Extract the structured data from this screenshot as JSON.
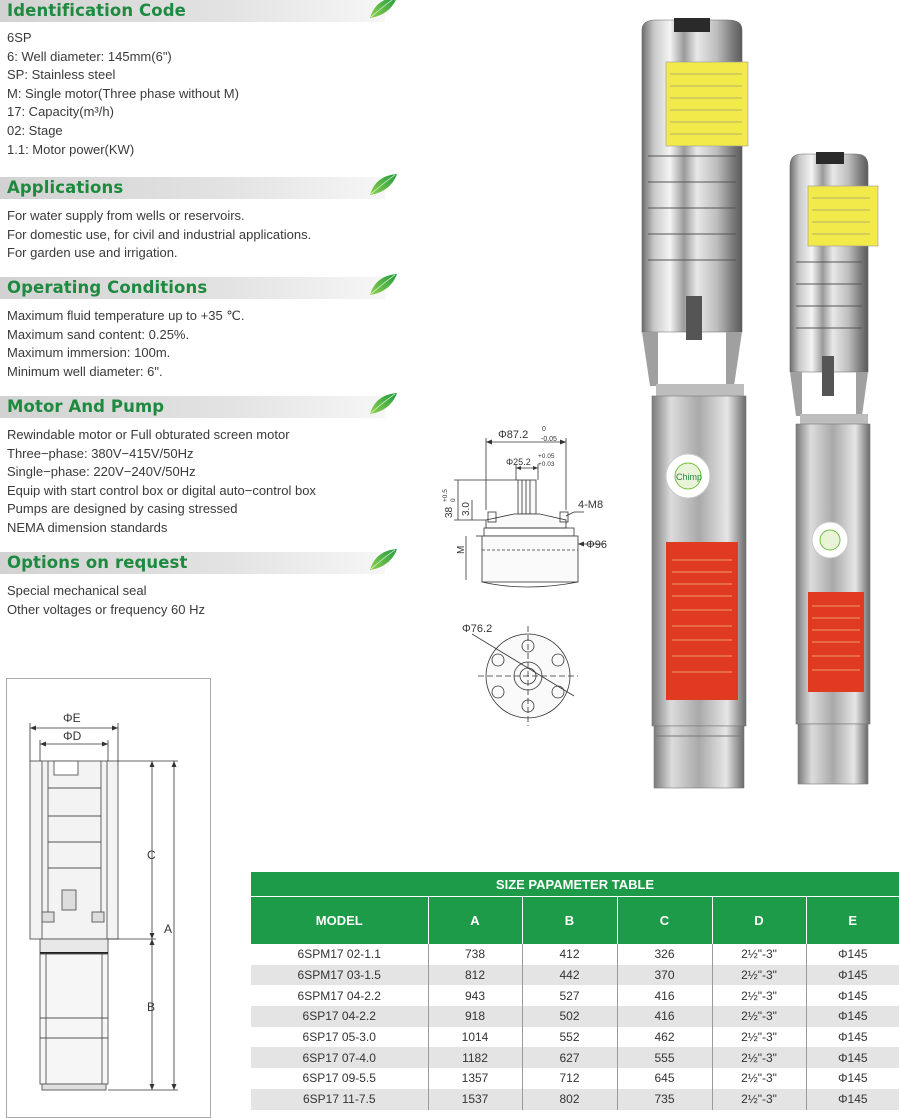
{
  "sections": [
    {
      "title": "Identification Code",
      "lines": [
        "6SP",
        "6: Well diameter: 145mm(6\")",
        "SP: Stainless steel",
        "M: Single motor(Three phase without M)",
        "17: Capacity(m³/h)",
        "02: Stage",
        "1.1: Motor power(KW)"
      ]
    },
    {
      "title": "Applications",
      "lines": [
        "For water supply from wells or reservoirs.",
        "For domestic use, for civil and industrial applications.",
        "For garden use and irrigation."
      ]
    },
    {
      "title": "Operating Conditions",
      "lines": [
        "Maximum fluid temperature up to +35 ℃.",
        "Maximum sand content: 0.25%.",
        "Maximum immersion: 100m.",
        "Minimum well diameter: 6\"."
      ]
    },
    {
      "title": "Motor And Pump",
      "lines": [
        "Rewindable motor or Full obturated screen motor",
        "Three−phase: 380V−415V/50Hz",
        "Single−phase: 220V−240V/50Hz",
        "Equip with start control box or digital auto−control box",
        "Pumps are designed by casing stressed",
        "NEMA dimension standards"
      ]
    },
    {
      "title": "Options on request",
      "lines": [
        "Special mechanical seal",
        "Other voltages or frequency 60 Hz"
      ]
    }
  ],
  "drawing": {
    "phi_e": "ΦE",
    "phi_d": "ΦD",
    "c": "C",
    "a": "A",
    "b": "B",
    "phi_87": "Φ87.2",
    "tol_87_top": "0",
    "tol_87_bot": "-0.05",
    "phi_25": "Φ25.2",
    "tol_25_top": "+0.05",
    "tol_25_bot": "+0.03",
    "m8": "4-M8",
    "phi_96": "Φ96",
    "v38": "38",
    "v38_tol_top": "+0.5",
    "v38_tol_bot": "0",
    "v30": "3.0",
    "vm": "M",
    "phi_76": "Φ76.2"
  },
  "badge": {
    "brand": "Chimp"
  },
  "table": {
    "title": "SIZE PAPAMETER TABLE",
    "headers": [
      "MODEL",
      "A",
      "B",
      "C",
      "D",
      "E"
    ],
    "rows": [
      [
        "6SPM17 02-1.1",
        "738",
        "412",
        "326",
        "2½\"-3\"",
        "Φ145"
      ],
      [
        "6SPM17 03-1.5",
        "812",
        "442",
        "370",
        "2½\"-3\"",
        "Φ145"
      ],
      [
        "6SPM17 04-2.2",
        "943",
        "527",
        "416",
        "2½\"-3\"",
        "Φ145"
      ],
      [
        "6SP17 04-2.2",
        "918",
        "502",
        "416",
        "2½\"-3\"",
        "Φ145"
      ],
      [
        "6SP17 05-3.0",
        "1014",
        "552",
        "462",
        "2½\"-3\"",
        "Φ145"
      ],
      [
        "6SP17 07-4.0",
        "1182",
        "627",
        "555",
        "2½\"-3\"",
        "Φ145"
      ],
      [
        "6SP17 09-5.5",
        "1357",
        "712",
        "645",
        "2½\"-3\"",
        "Φ145"
      ],
      [
        "6SP17 11-7.5",
        "1537",
        "802",
        "735",
        "2½\"-3\"",
        "Φ145"
      ]
    ]
  },
  "colors": {
    "accent": "#1e8a3f",
    "table_green": "#1d9b48",
    "label_red": "#e03a20"
  }
}
